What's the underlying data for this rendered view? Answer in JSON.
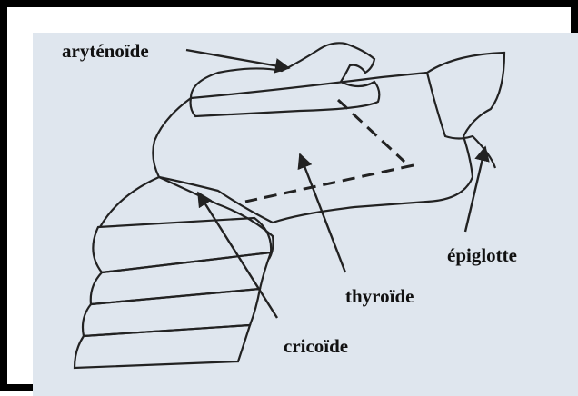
{
  "labels": {
    "arytenoide": "aryténoïde",
    "epiglotte": "épiglotte",
    "thyroide": "thyroïde",
    "cricoide": "cricoïde"
  },
  "colors": {
    "frame": "#000000",
    "paper": "#dfe6ee",
    "ink": "#222222"
  }
}
